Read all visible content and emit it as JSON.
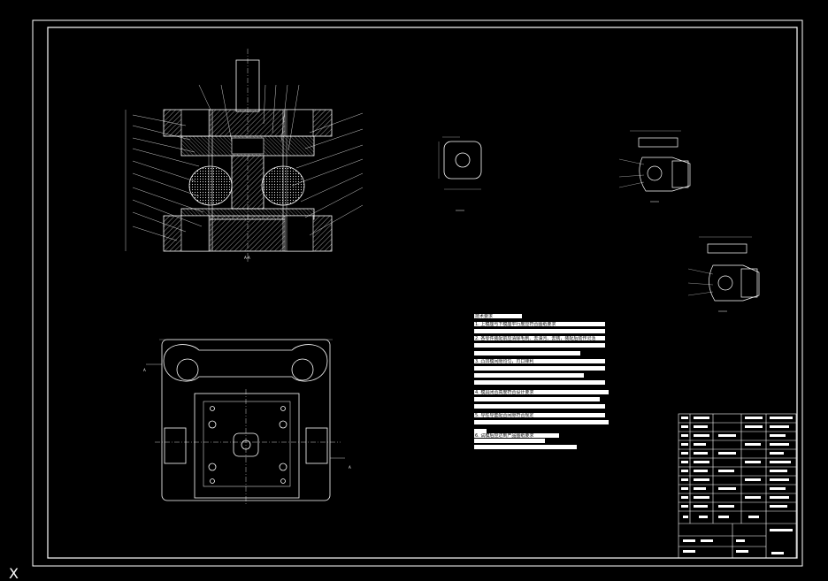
{
  "drawing": {
    "background": "#000000",
    "line_color": "#ffffff",
    "notes_heading": "技术要求",
    "notes": [
      "1. 上模座与下模座平行度应符合图纸要求",
      "2. 各零件装配前应清除毛刺、去油污、去锈，装配后动作灵活",
      "3. 凸凹模间隙均匀，刃口锋利",
      "4. 模具闭合高度符合设计要求",
      "5. 导柱导套配合间隙符合规定",
      "6. 试模后应达到产品图纸要求"
    ],
    "section_label": "A-A",
    "view_label_a": "A",
    "cursor_glyph": "X"
  }
}
